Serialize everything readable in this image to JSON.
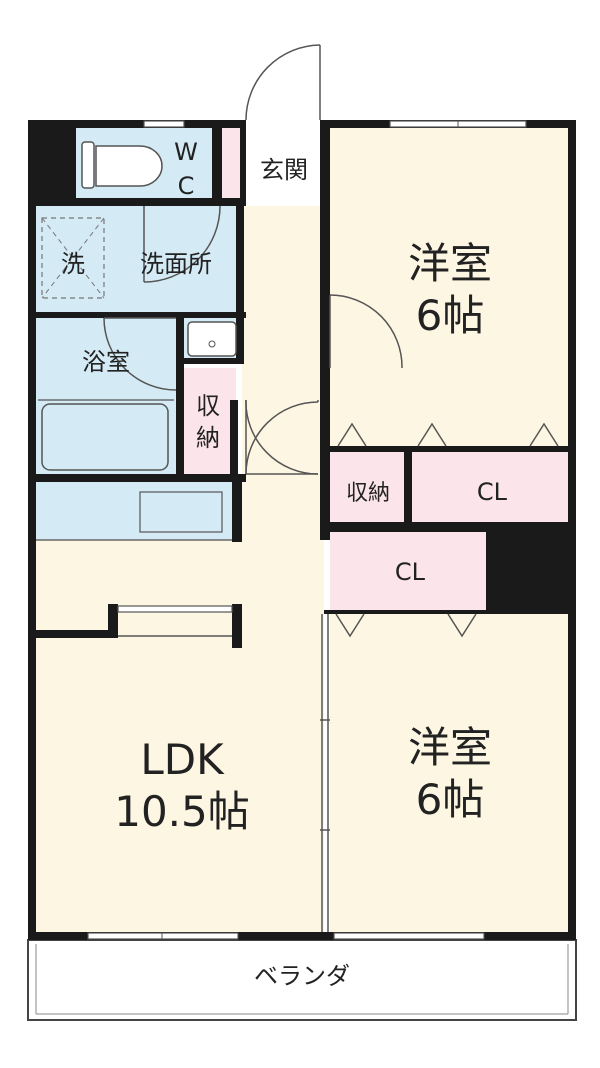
{
  "colors": {
    "wall": "#1a1a1a",
    "living": "#fdf6e3",
    "wet": "#d4eaf5",
    "storage": "#fbe4ea",
    "balcony": "#ffffff",
    "door_line": "#555555"
  },
  "rooms": {
    "western_top": {
      "name": "洋室",
      "size": "6帖"
    },
    "western_bottom": {
      "name": "洋室",
      "size": "6帖"
    },
    "ldk": {
      "name": "LDK",
      "size": "10.5帖"
    },
    "entrance": {
      "name": "玄関"
    },
    "toilet": {
      "line1": "W",
      "line2": "C"
    },
    "washroom": {
      "name": "洗面所"
    },
    "washer": {
      "name": "洗"
    },
    "bath": {
      "name": "浴室"
    },
    "storage_hall": {
      "line1": "収",
      "line2": "納"
    },
    "storage_room": {
      "name": "収納"
    },
    "closet_top": {
      "name": "CL"
    },
    "closet_bottom": {
      "name": "CL"
    },
    "balcony": {
      "name": "ベランダ"
    }
  }
}
